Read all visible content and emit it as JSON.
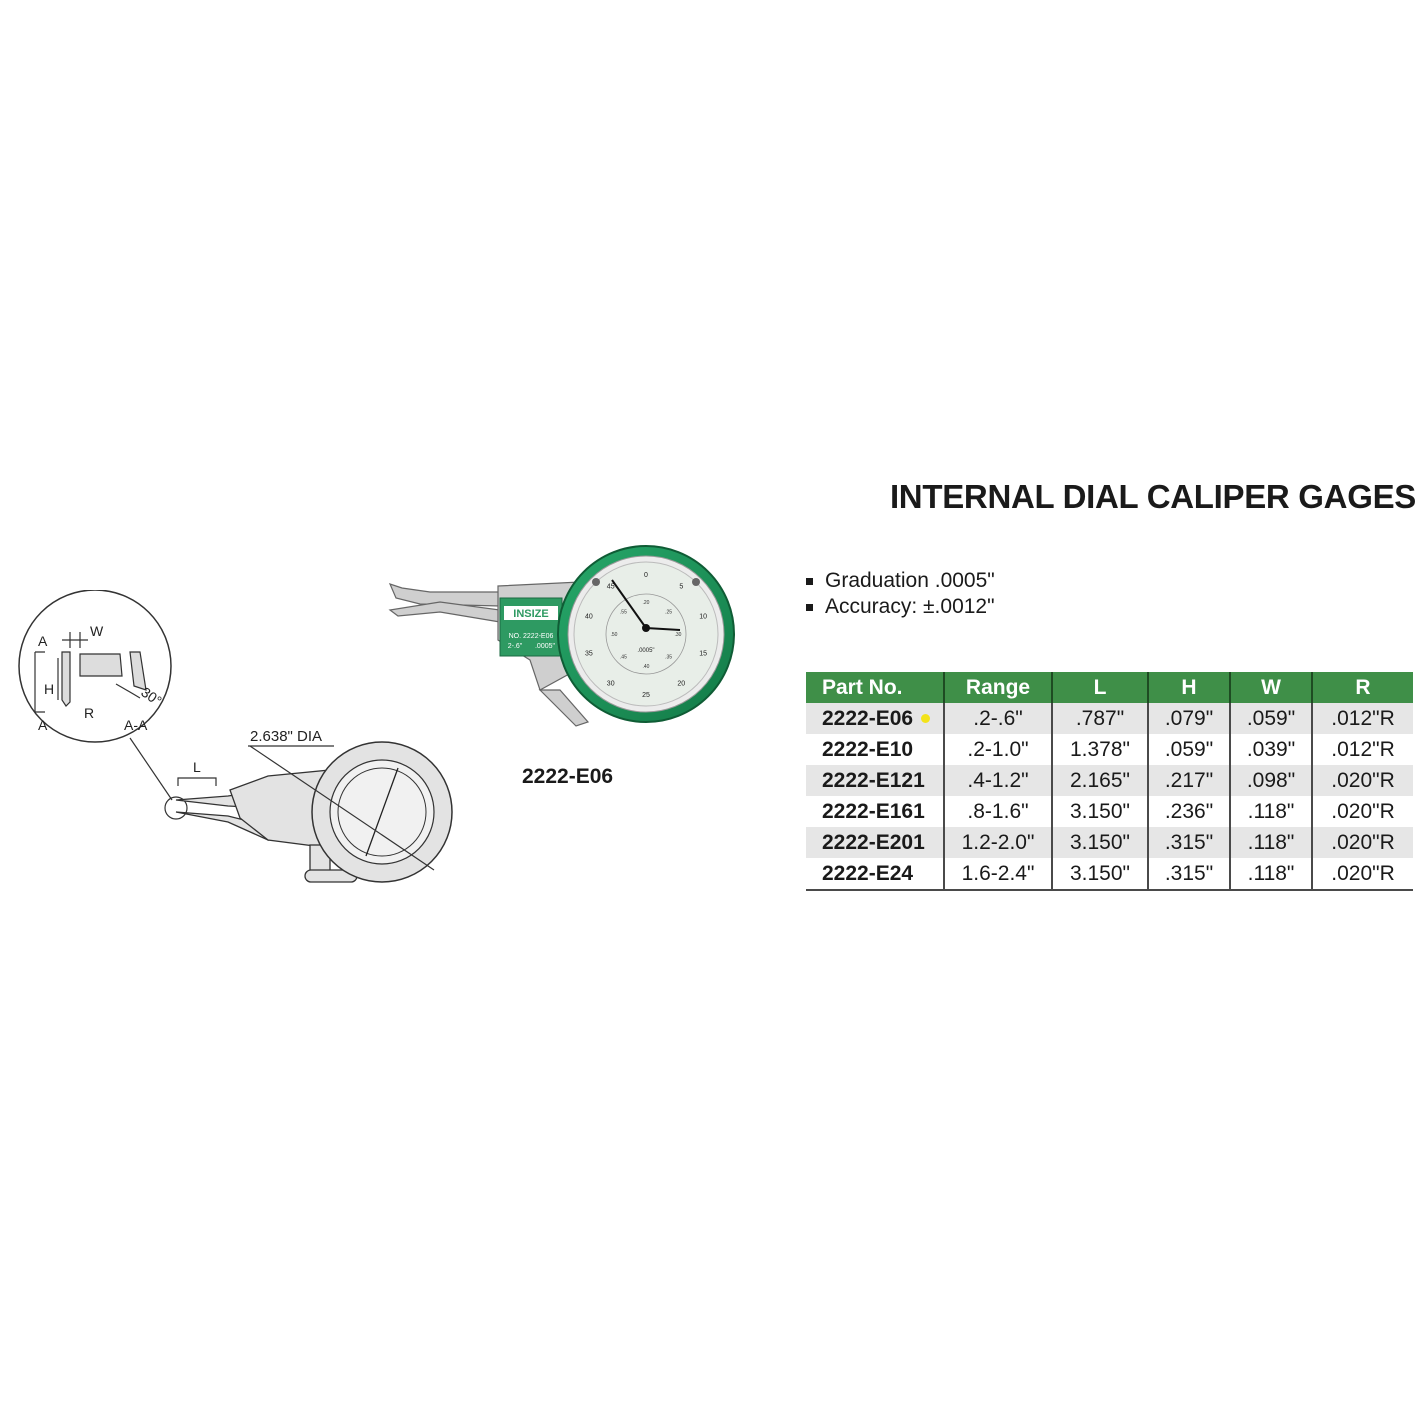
{
  "product_title": "INTERNAL DIAL CALIPER GAGES",
  "specs": [
    "Graduation .0005\"",
    "Accuracy: ±.0012\""
  ],
  "model_caption": "2222-E06",
  "drawing": {
    "dia_label": "2.638\" DIA",
    "l_label": "L",
    "detail_labels": {
      "a_top": "A",
      "a_bottom": "A",
      "w": "W",
      "h": "H",
      "r": "R",
      "section": "A-A",
      "angle": "30°"
    }
  },
  "gauge": {
    "brand": "INSIZE",
    "model_plate": "NO. 2222-E06",
    "range_plate": "2-.6\"",
    "grad_plate": ".0005\"",
    "face_grad": ".0005\"",
    "outer_numbers": [
      "0",
      "5",
      "10",
      "15",
      "20",
      "25",
      "30",
      "35",
      "40",
      "45"
    ],
    "inner_numbers": [
      ".20",
      ".25",
      ".30",
      ".35",
      ".40",
      ".45",
      ".50",
      ".55"
    ],
    "colors": {
      "bezel": "#1f9a5c",
      "face": "#e8eee8",
      "plate": "#2e9a62"
    }
  },
  "table": {
    "headers": [
      "Part No.",
      "Range",
      "L",
      "H",
      "W",
      "R"
    ],
    "rows": [
      {
        "part": "2222-E06",
        "range": ".2-.6\"",
        "l": ".787\"",
        "h": ".079\"",
        "w": ".059\"",
        "r": ".012\"R",
        "marker": "yellow-dot"
      },
      {
        "part": "2222-E10",
        "range": ".2-1.0\"",
        "l": "1.378\"",
        "h": ".059\"",
        "w": ".039\"",
        "r": ".012\"R"
      },
      {
        "part": "2222-E121",
        "range": ".4-1.2\"",
        "l": "2.165\"",
        "h": ".217\"",
        "w": ".098\"",
        "r": ".020\"R"
      },
      {
        "part": "2222-E161",
        "range": ".8-1.6\"",
        "l": "3.150\"",
        "h": ".236\"",
        "w": ".118\"",
        "r": ".020\"R"
      },
      {
        "part": "2222-E201",
        "range": "1.2-2.0\"",
        "l": "3.150\"",
        "h": ".315\"",
        "w": ".118\"",
        "r": ".020\"R"
      },
      {
        "part": "2222-E24",
        "range": "1.6-2.4\"",
        "l": "3.150\"",
        "h": ".315\"",
        "w": ".118\"",
        "r": ".020\"R"
      }
    ],
    "colors": {
      "header_bg": "#3f8f48",
      "stripe": "#e6e6e6",
      "marker": "#f3e31a"
    }
  }
}
